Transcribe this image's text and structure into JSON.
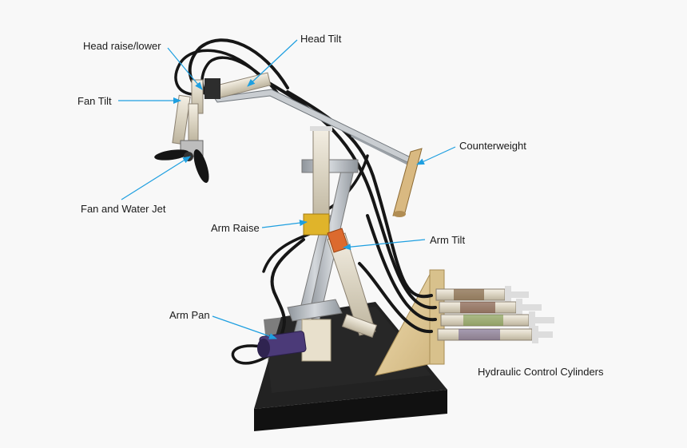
{
  "labels": {
    "head_raise_lower": "Head raise/lower",
    "head_tilt": "Head Tilt",
    "fan_tilt": "Fan Tilt",
    "counterweight": "Counterweight",
    "fan_and_water_jet": "Fan and Water Jet",
    "arm_raise": "Arm Raise",
    "arm_tilt": "Arm Tilt",
    "arm_pan": "Arm Pan",
    "hydraulic_control_cylinders": "Hydraulic Control Cylinders"
  },
  "colors": {
    "callout_line": "#1e9fe0",
    "background": "#f8f8f8",
    "base": "#1c1c1c",
    "wood": "#e6cf9e",
    "metal": "#b9bec4",
    "tube": "#161616",
    "syringe_yellow": "#e0b42a",
    "syringe_orange": "#dc6a2e",
    "syringe_purple": "#4b3a78",
    "syringe_green": "#6f8f3a"
  }
}
